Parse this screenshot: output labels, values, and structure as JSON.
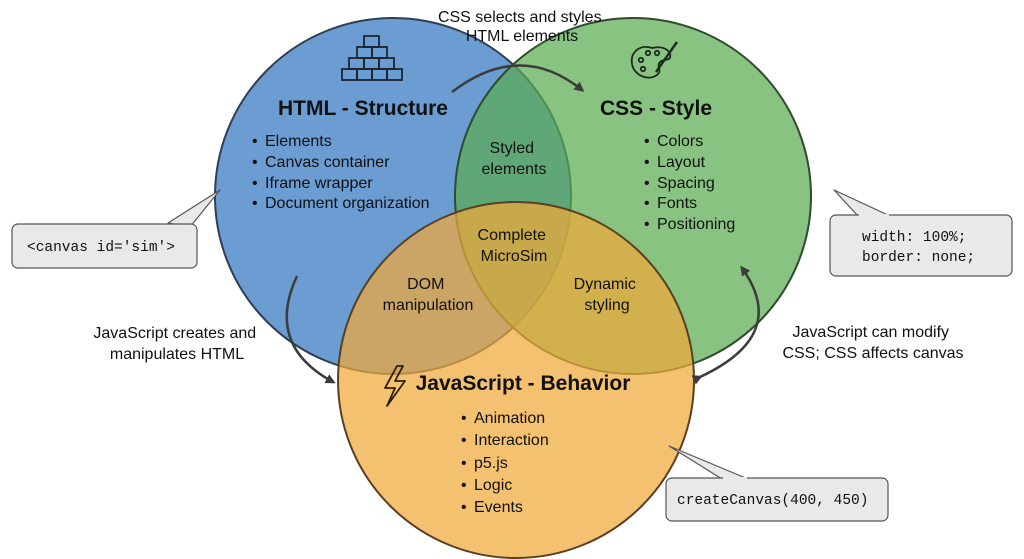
{
  "top_annotation": [
    "CSS selects and styles",
    "HTML elements"
  ],
  "left_annotation": [
    "JavaScript creates and",
    "manipulates HTML"
  ],
  "right_annotation": [
    "JavaScript can modify",
    "CSS; CSS affects canvas"
  ],
  "html_circle": {
    "title": "HTML - Structure",
    "icon": "bricks-icon",
    "color": "#4a86c8",
    "items": [
      "Elements",
      "Canvas container",
      "Iframe wrapper",
      "Document organization"
    ]
  },
  "css_circle": {
    "title": "CSS - Style",
    "icon": "palette-icon",
    "color": "#5aac52",
    "items": [
      "Colors",
      "Layout",
      "Spacing",
      "Fonts",
      "Positioning"
    ]
  },
  "js_circle": {
    "title": "JavaScript - Behavior",
    "icon": "lightning-icon",
    "color": "#f0a93a",
    "items": [
      "Animation",
      "Interaction",
      "p5.js",
      "Logic",
      "Events"
    ]
  },
  "overlaps": {
    "html_css": [
      "Styled",
      "elements"
    ],
    "all_three": [
      "Complete",
      "MicroSim"
    ],
    "html_js": [
      "DOM",
      "manipulation"
    ],
    "css_js": [
      "Dynamic",
      "styling"
    ]
  },
  "code_callouts": {
    "html": [
      "<canvas id='sim'>"
    ],
    "css": [
      "width: 100%;",
      "border: none;"
    ],
    "js": [
      "createCanvas(400, 450)"
    ]
  }
}
